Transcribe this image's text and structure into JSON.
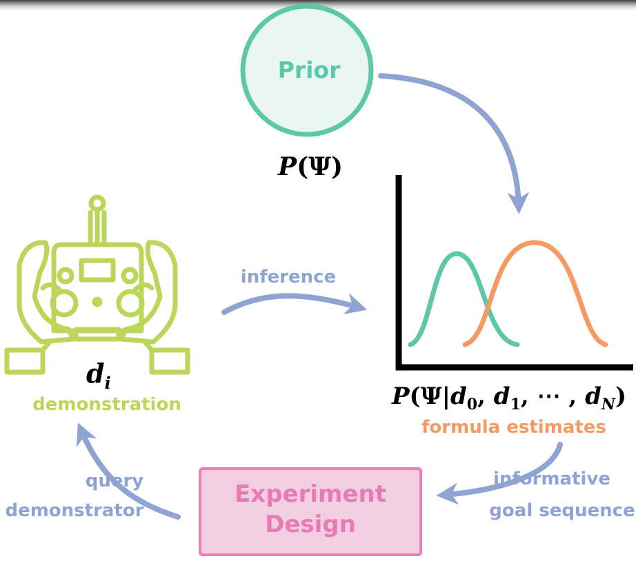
{
  "prior": {
    "label": "Prior",
    "formula_italic": "P",
    "formula_rest": "(Ψ)"
  },
  "posterior": {
    "formula": "P(Ψ|d₀, d₁, ⋯ , d_N)",
    "caption": "formula estimates"
  },
  "demonstration": {
    "symbol": "d",
    "subscript": "i",
    "caption": "demonstration"
  },
  "edges": {
    "inference": "inference",
    "query_line1": "query",
    "query_line2": "demonstrator",
    "informative_line1": "informative",
    "informative_line2": "goal sequence"
  },
  "experiment_design": {
    "line1": "Experiment",
    "line2": "Design"
  },
  "colors": {
    "teal": "#5cc8a8",
    "orange": "#f59a64",
    "lime": "#bdd65a",
    "arrow": "#8fa4d2",
    "pink": "#ef7cb4",
    "pink_fill": "#f3cde1",
    "pink_text": "#e77bb3"
  },
  "icons": {
    "controller": "remote-controller-icon"
  }
}
